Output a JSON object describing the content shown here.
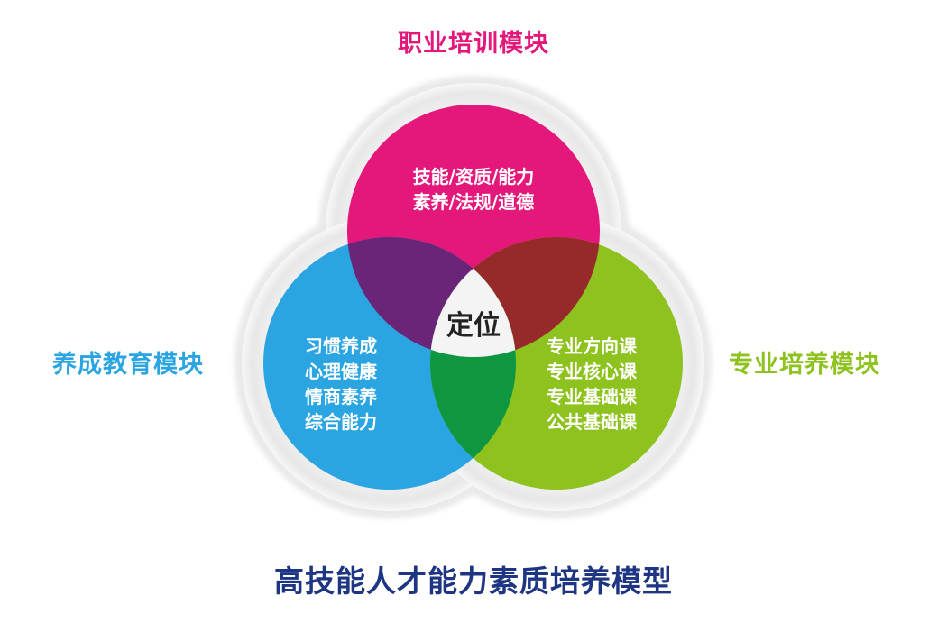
{
  "modules": {
    "top": {
      "label": "职业培训模块",
      "lines": [
        "技能/资质/能力",
        "素养/法规/道德"
      ]
    },
    "left": {
      "label": "养成教育模块",
      "lines": [
        "习惯养成",
        "心理健康",
        "情商素养",
        "综合能力"
      ]
    },
    "right": {
      "label": "专业培养模块",
      "lines": [
        "专业方向课",
        "专业核心课",
        "专业基础课",
        "公共基础课"
      ]
    }
  },
  "center": {
    "label": "定位"
  },
  "title": "高技能人才能力素质培养模型",
  "colors": {
    "top_circle": "#e3187a",
    "left_circle": "#2aa5e2",
    "right_circle": "#8dc21f",
    "overlap_top_left": "#6a2578",
    "overlap_top_right": "#962a2a",
    "overlap_left_right": "#0f9640",
    "center": "#f4f4f4",
    "top_label": "#e3187a",
    "left_label": "#2aa5e2",
    "right_label": "#8dc21f",
    "title": "#1d3582"
  }
}
